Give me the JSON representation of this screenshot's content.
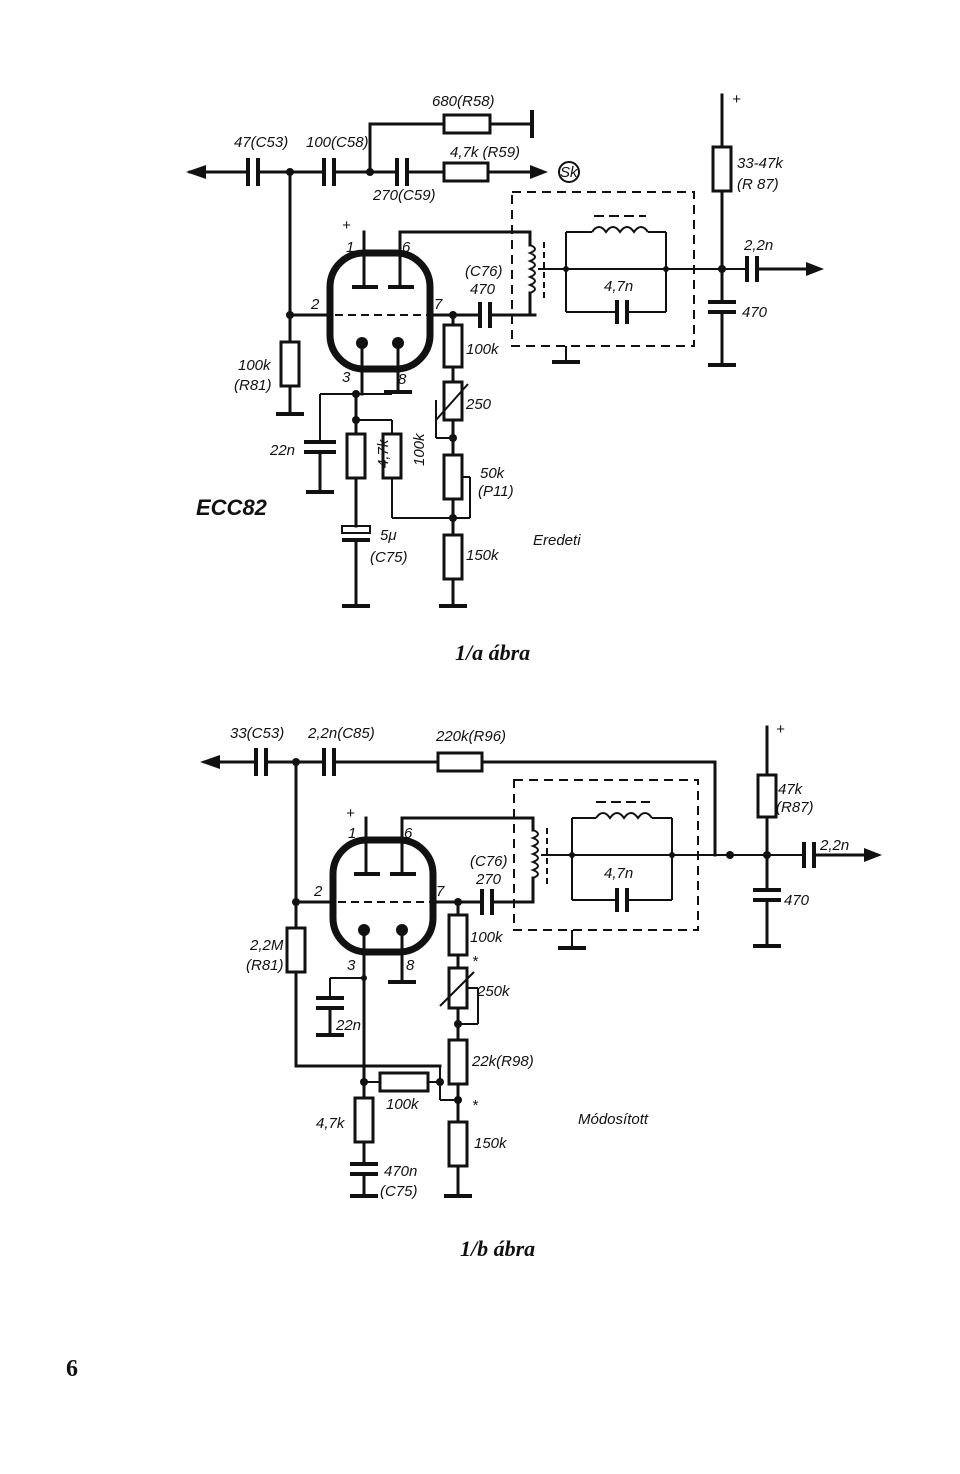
{
  "diagram_a": {
    "caption": "1/a ábra",
    "variant": "Eredeti",
    "tube_type": "ECC82",
    "labels": {
      "c53": "47(C53)",
      "c58": "100(C58)",
      "r58": "680(R58)",
      "r59": "4,7k (R59)",
      "c59": "270(C59)",
      "sk": "Sk",
      "r87": "33-47k",
      "r87_ref": "(R 87)",
      "out_cap": "2,2n",
      "c_470_right": "470",
      "c76_ref": "(C76)",
      "c76": "470",
      "tank_cap": "4,7n",
      "r81": "100k",
      "r81_ref": "(R81)",
      "plate_r": "100k",
      "pot": "250",
      "p11": "50k",
      "p11_ref": "(P11)",
      "r_150k": "150k",
      "c_22n": "22n",
      "r_4k7": "4,7k",
      "r_100k_v": "100k",
      "c75": "5μ",
      "c75_ref": "(C75)",
      "pin1": "1",
      "pin2": "2",
      "pin3": "3",
      "pin6": "6",
      "pin7": "7",
      "pin8": "8",
      "plus": "+"
    }
  },
  "diagram_b": {
    "caption": "1/b ábra",
    "variant": "Módosított",
    "labels": {
      "c53": "33(C53)",
      "c85": "2,2n(C85)",
      "r96": "220k(R96)",
      "r87": "47k",
      "r87_ref": "(R87)",
      "out_cap": "2,2n",
      "c_470_right": "470",
      "c76_ref": "(C76)",
      "c76": "270",
      "tank_cap": "4,7n",
      "r81": "2,2M",
      "r81_ref": "(R81)",
      "plate_r": "100k",
      "pot": "250k",
      "r98": "22k(R98)",
      "r_100k_h": "100k",
      "r_4k7": "4,7k",
      "r_150k": "150k",
      "c_22n": "22n",
      "c75": "470n",
      "c75_ref": "(C75)",
      "star": "*",
      "pin1": "1",
      "pin2": "2",
      "pin3": "3",
      "pin6": "6",
      "pin7": "7",
      "pin8": "8",
      "plus": "+"
    }
  },
  "page_number": "6"
}
